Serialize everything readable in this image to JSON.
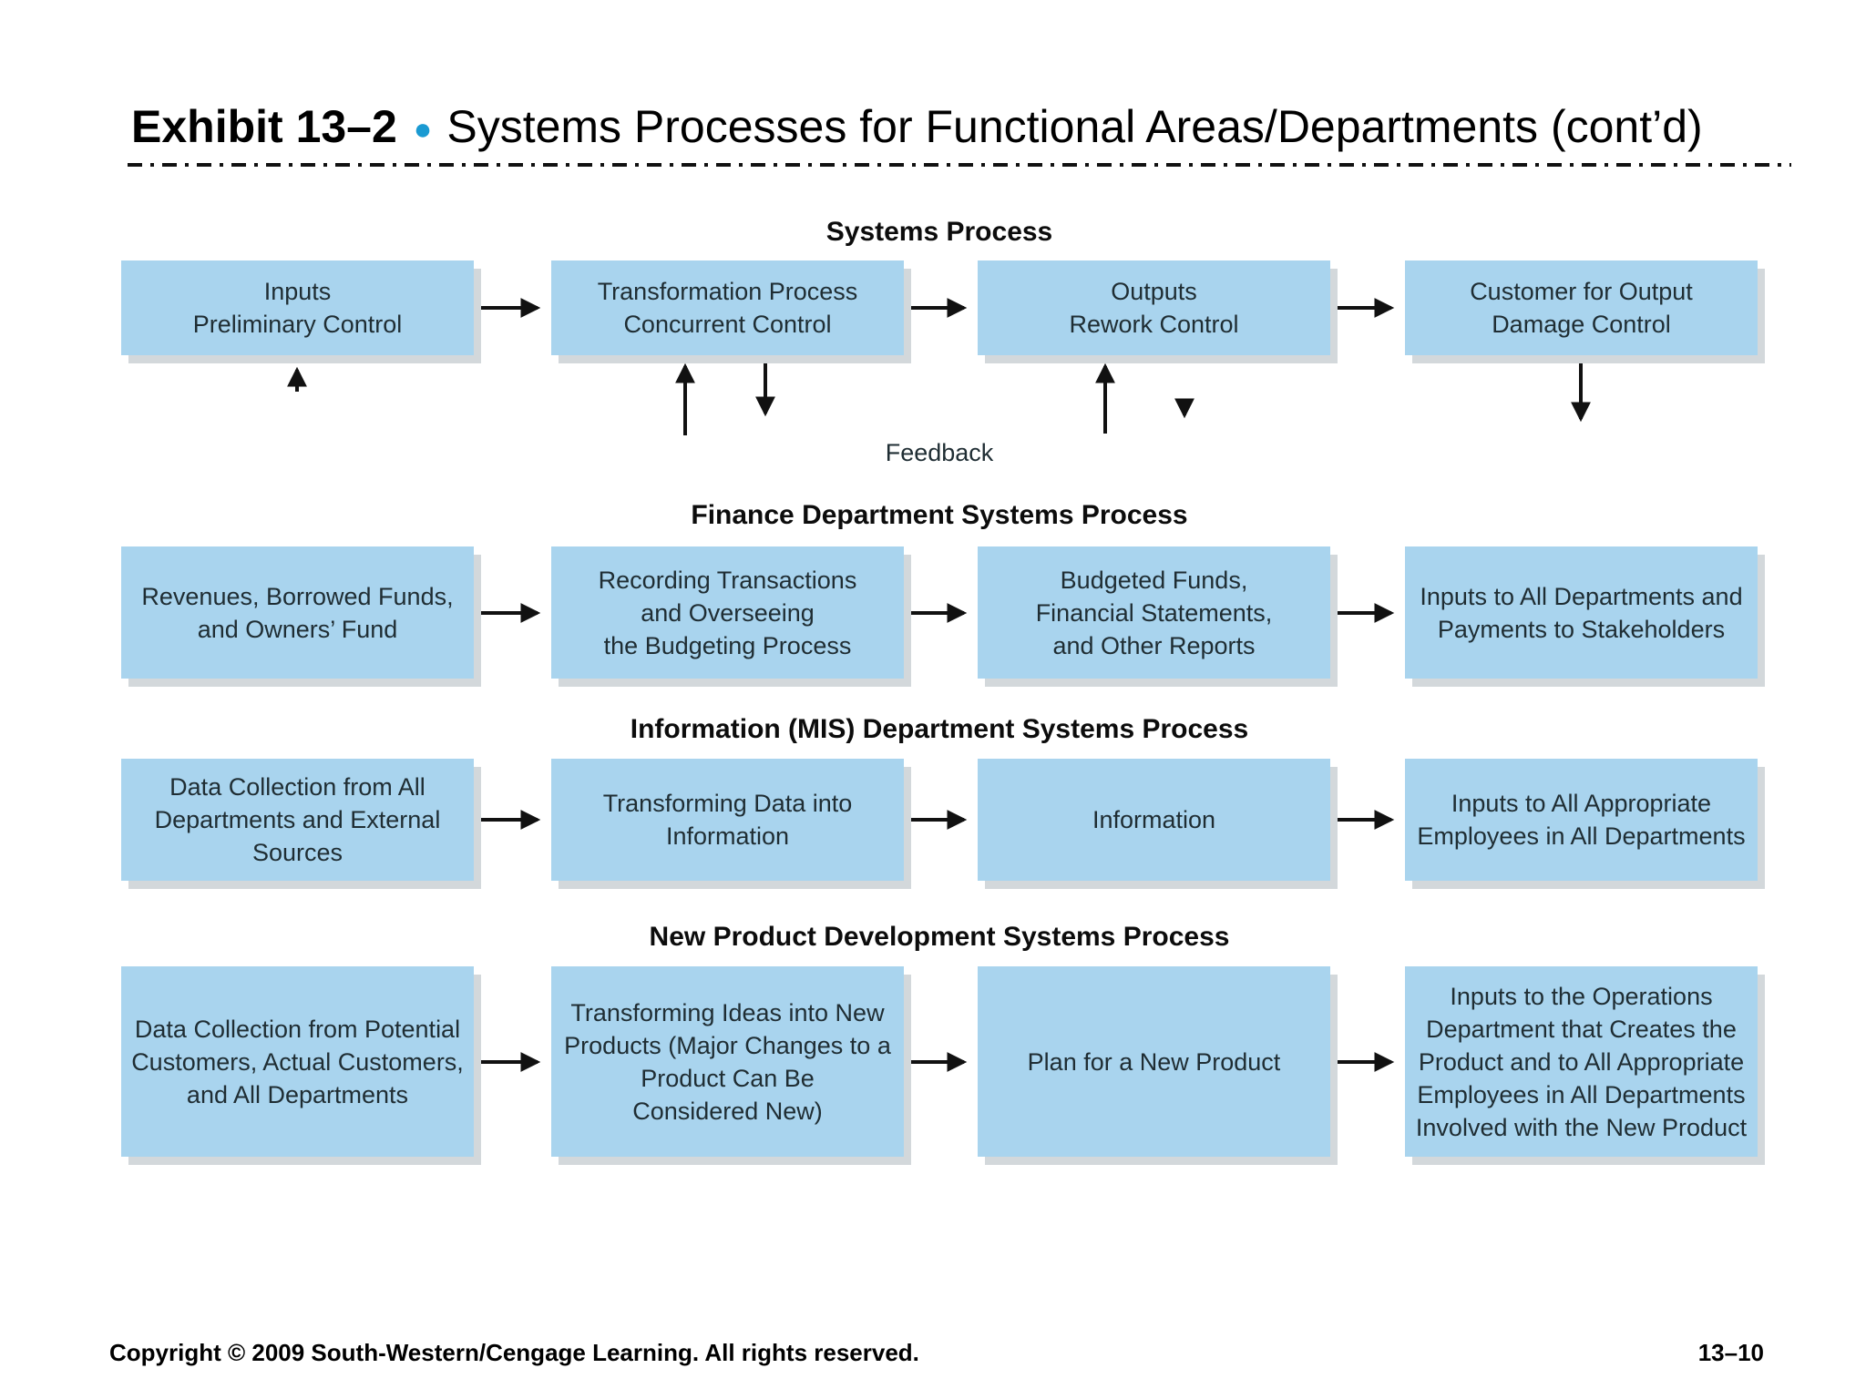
{
  "title": {
    "exhibit": "Exhibit 13–2",
    "bullet": "●",
    "text": "Systems Processes for Functional Areas/Departments (cont’d)"
  },
  "diagram": {
    "feedback_label": "Feedback",
    "rows": [
      {
        "heading": "Systems Process",
        "boxes": [
          "Inputs\nPreliminary Control",
          "Transformation Process\nConcurrent Control",
          "Outputs\nRework Control",
          "Customer for Output\nDamage Control"
        ]
      },
      {
        "heading": "Finance Department Systems Process",
        "boxes": [
          "Revenues, Borrowed Funds,\nand Owners’ Fund",
          "Recording Transactions\nand Overseeing\nthe Budgeting Process",
          "Budgeted Funds,\nFinancial Statements,\nand Other Reports",
          "Inputs to All Departments and\nPayments to Stakeholders"
        ]
      },
      {
        "heading": "Information (MIS) Department Systems Process",
        "boxes": [
          "Data Collection from All\nDepartments and External\nSources",
          "Transforming Data into\nInformation",
          "Information",
          "Inputs to All Appropriate\nEmployees in All Departments"
        ]
      },
      {
        "heading": "New Product Development Systems Process",
        "boxes": [
          "Data Collection from Potential\nCustomers, Actual Customers,\nand All Departments",
          "Transforming Ideas into New\nProducts (Major Changes to a\nProduct Can Be\nConsidered New)",
          "Plan for a New Product",
          "Inputs to the Operations\nDepartment that Creates the\nProduct and to All Appropriate\nEmployees in All Departments\nInvolved with the New Product"
        ]
      }
    ]
  },
  "footer": {
    "copyright": "Copyright © 2009 South-Western/Cengage Learning. All rights reserved.",
    "page_number": "13–10"
  },
  "colors": {
    "box_fill": "#a9d4ee",
    "box_shadow": "#d3d8db",
    "accent_bullet": "#1a9ad2",
    "text_dark": "#1f2d33",
    "line_black": "#111111"
  }
}
